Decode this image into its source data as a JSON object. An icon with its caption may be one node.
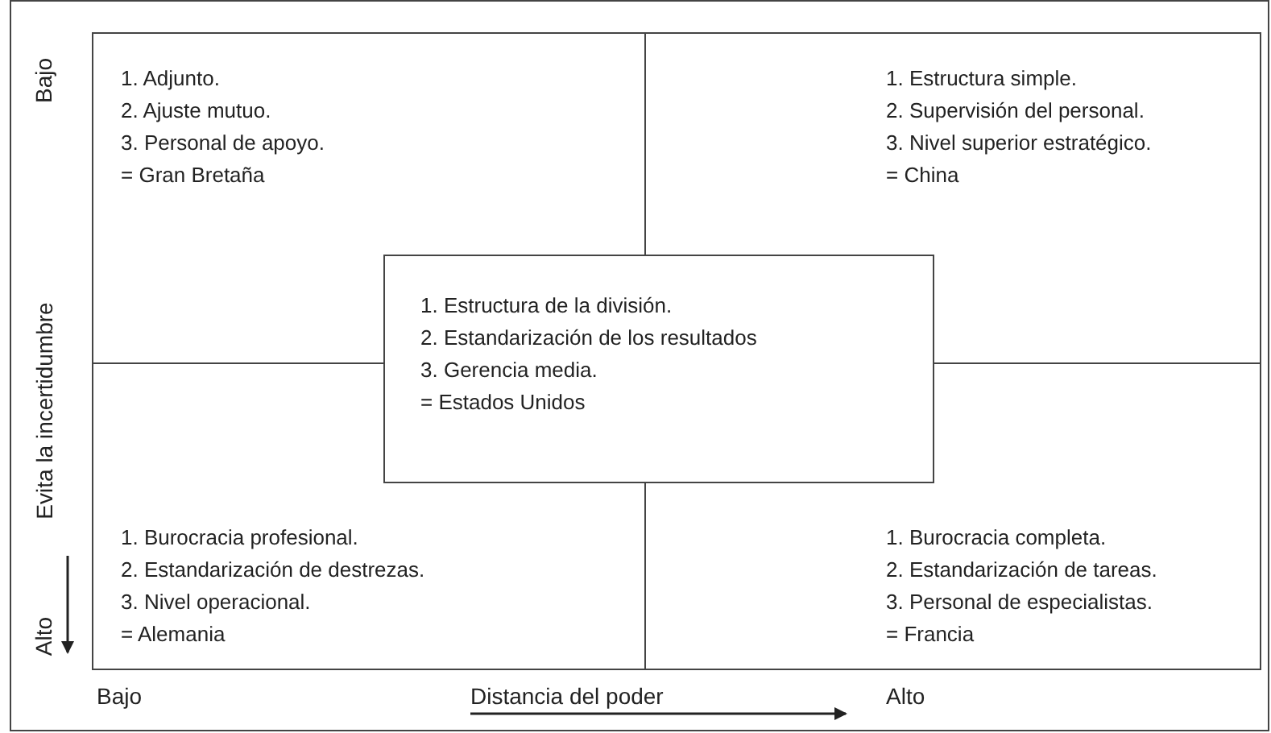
{
  "diagram": {
    "nodes": [
      {
        "text": [
          "1. Adjunto.",
          "2. Ajuste mutuo.",
          "3. Personal de apoyo.",
          "= Gran Bretaña"
        ]
      },
      {
        "text": [
          "1. Estructura simple.",
          "2. Supervisión del personal.",
          "3. Nivel superior estratégico.",
          "= China"
        ]
      },
      {
        "text": [
          "1. Estructura de la división.",
          "2. Estandarización de los resultados",
          "3. Gerencia media.",
          "= Estados Unidos"
        ]
      },
      {
        "text": [
          "1. Burocracia profesional.",
          "2. Estandarización de destrezas.",
          "3. Nivel operacional.",
          "= Alemania"
        ]
      },
      {
        "text": [
          "1. Burocracia completa.",
          "2. Estandarización de tareas.",
          "3. Personal de especialistas.",
          "= Francia"
        ]
      }
    ],
    "edges": [],
    "labels": [
      "Bajo",
      "Evita la incertidumbre",
      "Alto",
      "Bajo",
      "Distancia del poder",
      "Alto"
    ]
  }
}
